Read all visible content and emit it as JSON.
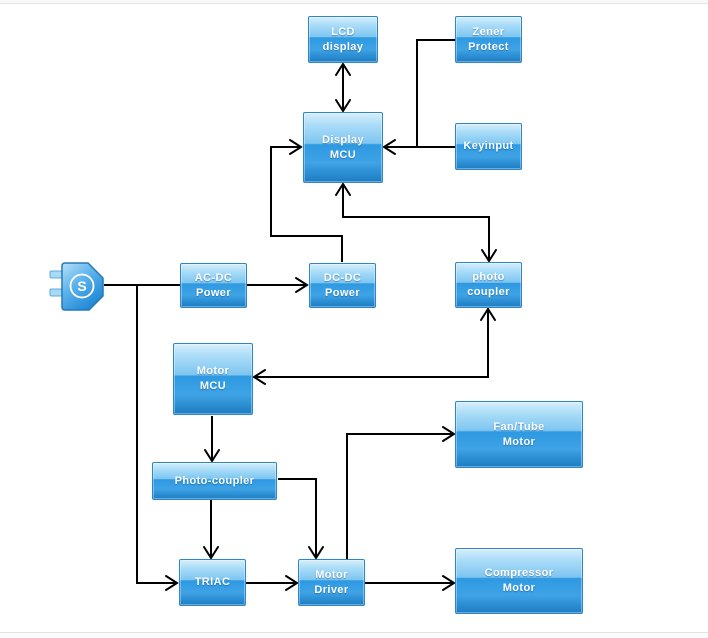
{
  "diagram": {
    "title_hint": "appliance control system block diagram",
    "nodes": {
      "lcd_display": {
        "label": "LCD\ndisplay"
      },
      "zener_protect": {
        "label": "Zener\nProtect"
      },
      "display_mcu": {
        "label": "Display\nMCU"
      },
      "keyinput": {
        "label": "Keyinput"
      },
      "ac_dc_power": {
        "label": "AC-DC\nPower"
      },
      "dc_dc_power": {
        "label": "DC-DC\nPower"
      },
      "photo_coupler": {
        "label": "photo\ncoupler"
      },
      "motor_mcu": {
        "label": "Motor\nMCU"
      },
      "photo_coupler_2": {
        "label": "Photo-coupler"
      },
      "triac": {
        "label": "TRIAC"
      },
      "motor_driver": {
        "label": "Motor\nDriver"
      },
      "fan_tube_motor": {
        "label": "Fan/Tube\nMotor"
      },
      "compressor_motor": {
        "label": "Compressor\nMotor"
      }
    },
    "power_plug": {
      "letter": "S"
    },
    "edges": [
      {
        "from": "power-plug",
        "to": "ac-dc-power",
        "style": "line"
      },
      {
        "from": "power-plug",
        "to": "triac",
        "style": "arrow"
      },
      {
        "from": "ac-dc-power",
        "to": "dc-dc-power",
        "style": "arrow"
      },
      {
        "from": "dc-dc-power",
        "to": "display-mcu",
        "style": "arrow"
      },
      {
        "from": "lcd-display",
        "to": "display-mcu",
        "style": "double-arrow"
      },
      {
        "from": "zener-protect",
        "to": "display-mcu",
        "style": "line-joins-keyinput-wire"
      },
      {
        "from": "keyinput",
        "to": "display-mcu",
        "style": "arrow"
      },
      {
        "from": "display-mcu",
        "to": "photo-coupler",
        "style": "double-arrow"
      },
      {
        "from": "photo-coupler",
        "to": "motor-mcu",
        "style": "double-arrow"
      },
      {
        "from": "motor-mcu",
        "to": "photo-coupler-2",
        "style": "arrow"
      },
      {
        "from": "photo-coupler-2",
        "to": "triac",
        "style": "arrow"
      },
      {
        "from": "photo-coupler-2",
        "to": "motor-driver",
        "style": "arrow"
      },
      {
        "from": "triac",
        "to": "motor-driver",
        "style": "arrow"
      },
      {
        "from": "motor-driver",
        "to": "fan-tube-motor",
        "style": "arrow"
      },
      {
        "from": "motor-driver",
        "to": "compressor-motor",
        "style": "arrow"
      }
    ],
    "colors": {
      "node_border": "#2e86c8",
      "node_gradient_top": "#d7eefc",
      "node_gradient_mid_light": "#7ec5f0",
      "node_gradient_mid_dark": "#2d99e2",
      "node_gradient_bottom": "#1c7cc2",
      "node_text": "#ffffff",
      "connector": "#000000",
      "page_background": "#ffffff"
    }
  }
}
